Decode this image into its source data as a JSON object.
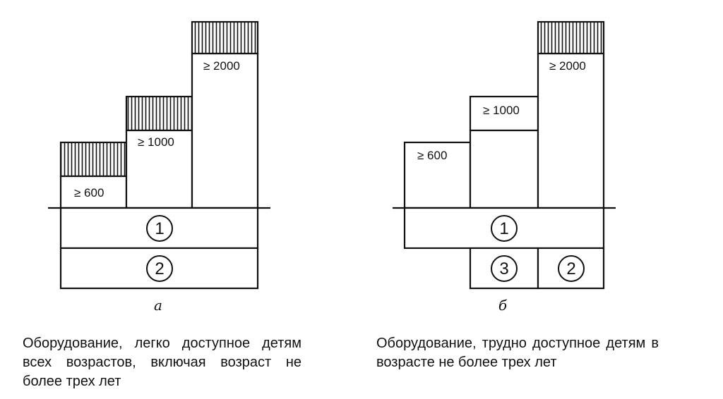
{
  "diagram_a": {
    "heights": [
      "≥ 600",
      "≥ 1000",
      "≥ 2000"
    ],
    "zones": [
      "1",
      "2"
    ],
    "sublabel": "а",
    "caption": "Оборудование, легко доступное детям всех возрастов, включая возраст не более трех лет"
  },
  "diagram_b": {
    "heights": [
      "≥ 600",
      "≥ 1000",
      "≥ 2000"
    ],
    "zones": [
      "1",
      "3",
      "2"
    ],
    "sublabel": "б",
    "caption": "Оборудование, трудно доступное детям в возрасте не более трех лет"
  }
}
